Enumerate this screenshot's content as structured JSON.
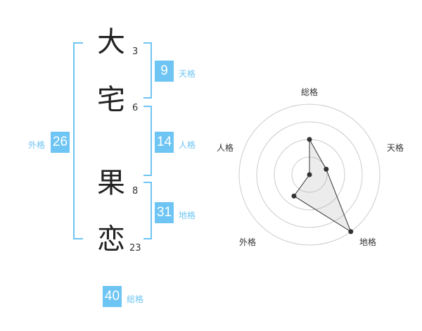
{
  "name": {
    "chars": [
      {
        "char": "大",
        "strokes": "3"
      },
      {
        "char": "宅",
        "strokes": "6"
      },
      {
        "char": "果",
        "strokes": "8"
      },
      {
        "char": "恋",
        "strokes": "23"
      }
    ]
  },
  "fortunes": {
    "tenkaku": {
      "value": "9",
      "label": "天格"
    },
    "jinkaku": {
      "value": "14",
      "label": "人格"
    },
    "chikaku": {
      "value": "31",
      "label": "地格"
    },
    "gaikaku": {
      "value": "26",
      "label": "外格"
    },
    "soukaku": {
      "value": "40",
      "label": "総格"
    }
  },
  "colors": {
    "accent": "#6ec5f3",
    "text": "#222222",
    "grid": "#cccccc"
  },
  "chart_data": {
    "type": "radar",
    "axes": [
      "総格",
      "天格",
      "地格",
      "外格",
      "人格"
    ],
    "values": [
      2,
      1,
      4,
      1.5,
      0
    ],
    "rmax": 4,
    "rings": 4
  }
}
